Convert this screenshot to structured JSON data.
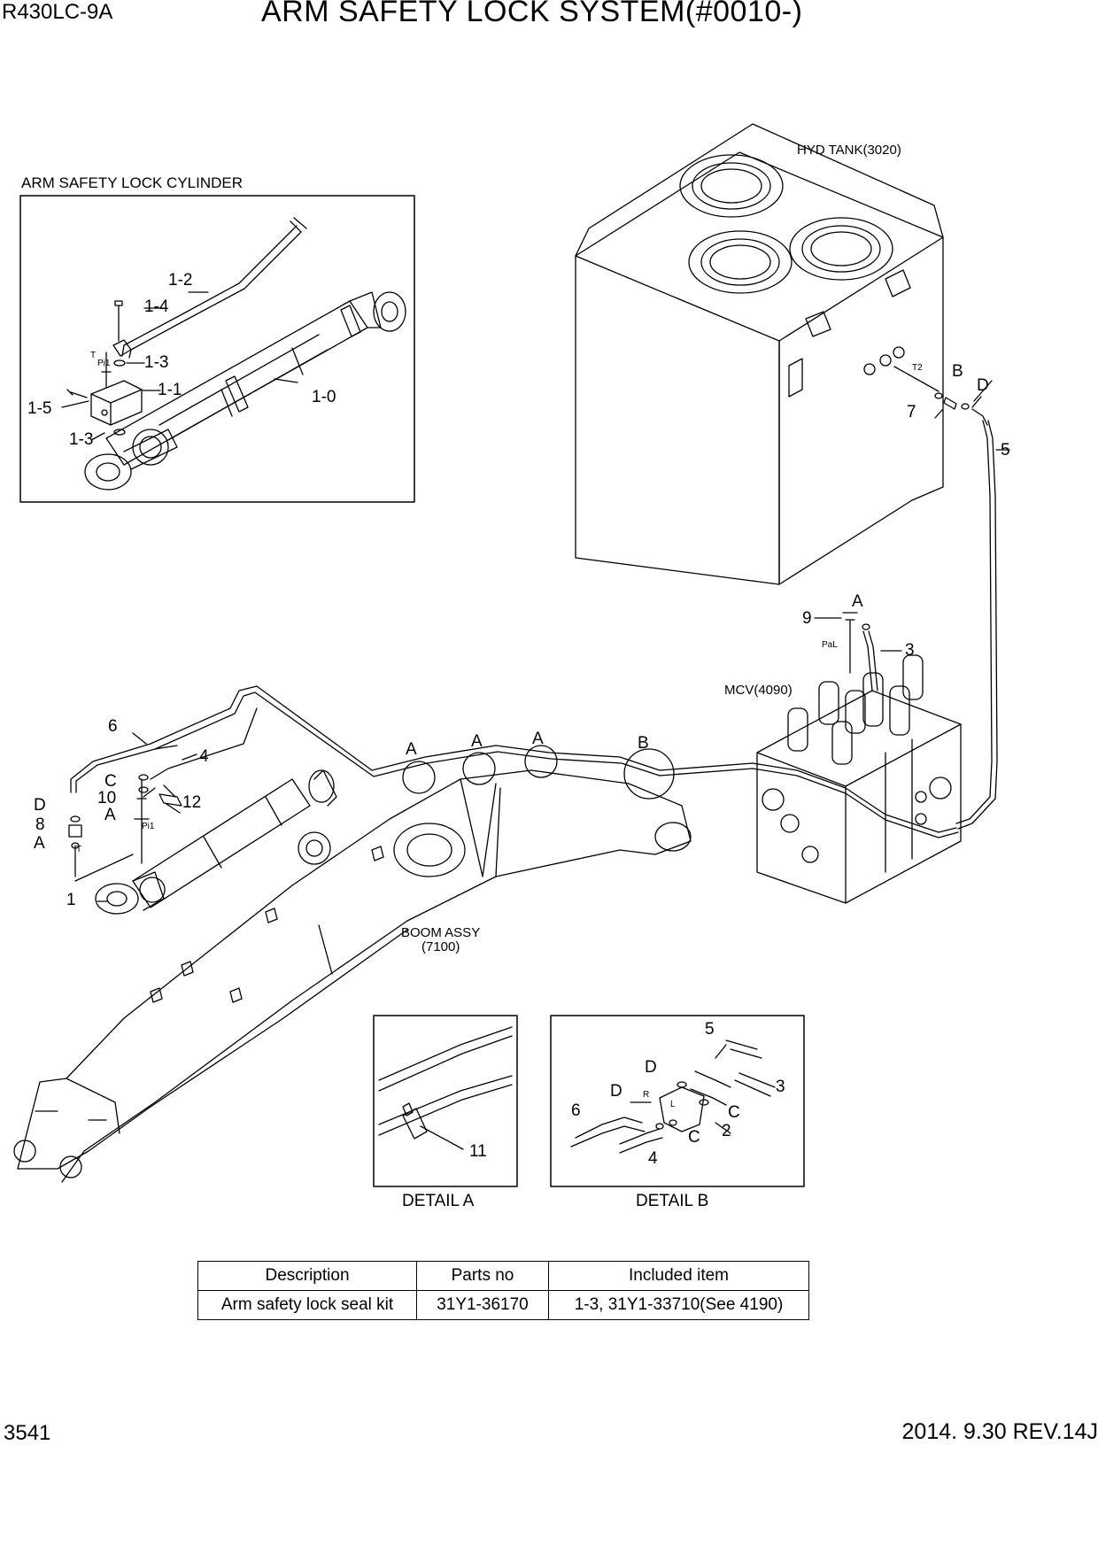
{
  "header": {
    "model": "R430LC-9A",
    "title": "ARM SAFETY LOCK SYSTEM(#0010-)"
  },
  "footer": {
    "page_number": "3541",
    "revision": "2014. 9.30  REV.14J"
  },
  "inset_cylinder": {
    "title": "ARM SAFETY LOCK CYLINDER",
    "labels": [
      "1-2",
      "1-4",
      "1-3",
      "1-1",
      "1-5",
      "1-3",
      "1-0"
    ],
    "port_labels": [
      "T",
      "Pi1"
    ]
  },
  "tank": {
    "label": "HYD TANK(3020)",
    "port": "T2"
  },
  "mcv": {
    "label": "MCV(4090)",
    "port": "PaL"
  },
  "boom": {
    "label_line1": "BOOM ASSY",
    "label_line2": "(7100)"
  },
  "callouts": {
    "c5": "5",
    "c7": "7",
    "cB": "B",
    "cD": "D",
    "c9": "9",
    "cA": "A",
    "c3": "3",
    "c6": "6",
    "c4": "4",
    "c12": "12",
    "c1": "1",
    "cC": "C",
    "c10": "10",
    "cA2": "A",
    "cD2": "D",
    "c8": "8",
    "cA3": "A",
    "sA1": "A",
    "sA2": "A",
    "sA3": "A",
    "sB": "B",
    "port_t": "T",
    "port_pi1": "Pi1"
  },
  "detail_a": {
    "caption": "DETAIL  A",
    "label_11": "11"
  },
  "detail_b": {
    "caption": "DETAIL  B",
    "l5": "5",
    "l3": "3",
    "lD1": "D",
    "lD2": "D",
    "lC1": "C",
    "lC2": "C",
    "l2": "2",
    "l6": "6",
    "l4": "4",
    "lR": "R",
    "lL": "L"
  },
  "parts_table": {
    "headers": [
      "Description",
      "Parts no",
      "Included item"
    ],
    "rows": [
      [
        "Arm safety lock seal kit",
        "31Y1-36170",
        "1-3, 31Y1-33710(See 4190)"
      ]
    ]
  }
}
